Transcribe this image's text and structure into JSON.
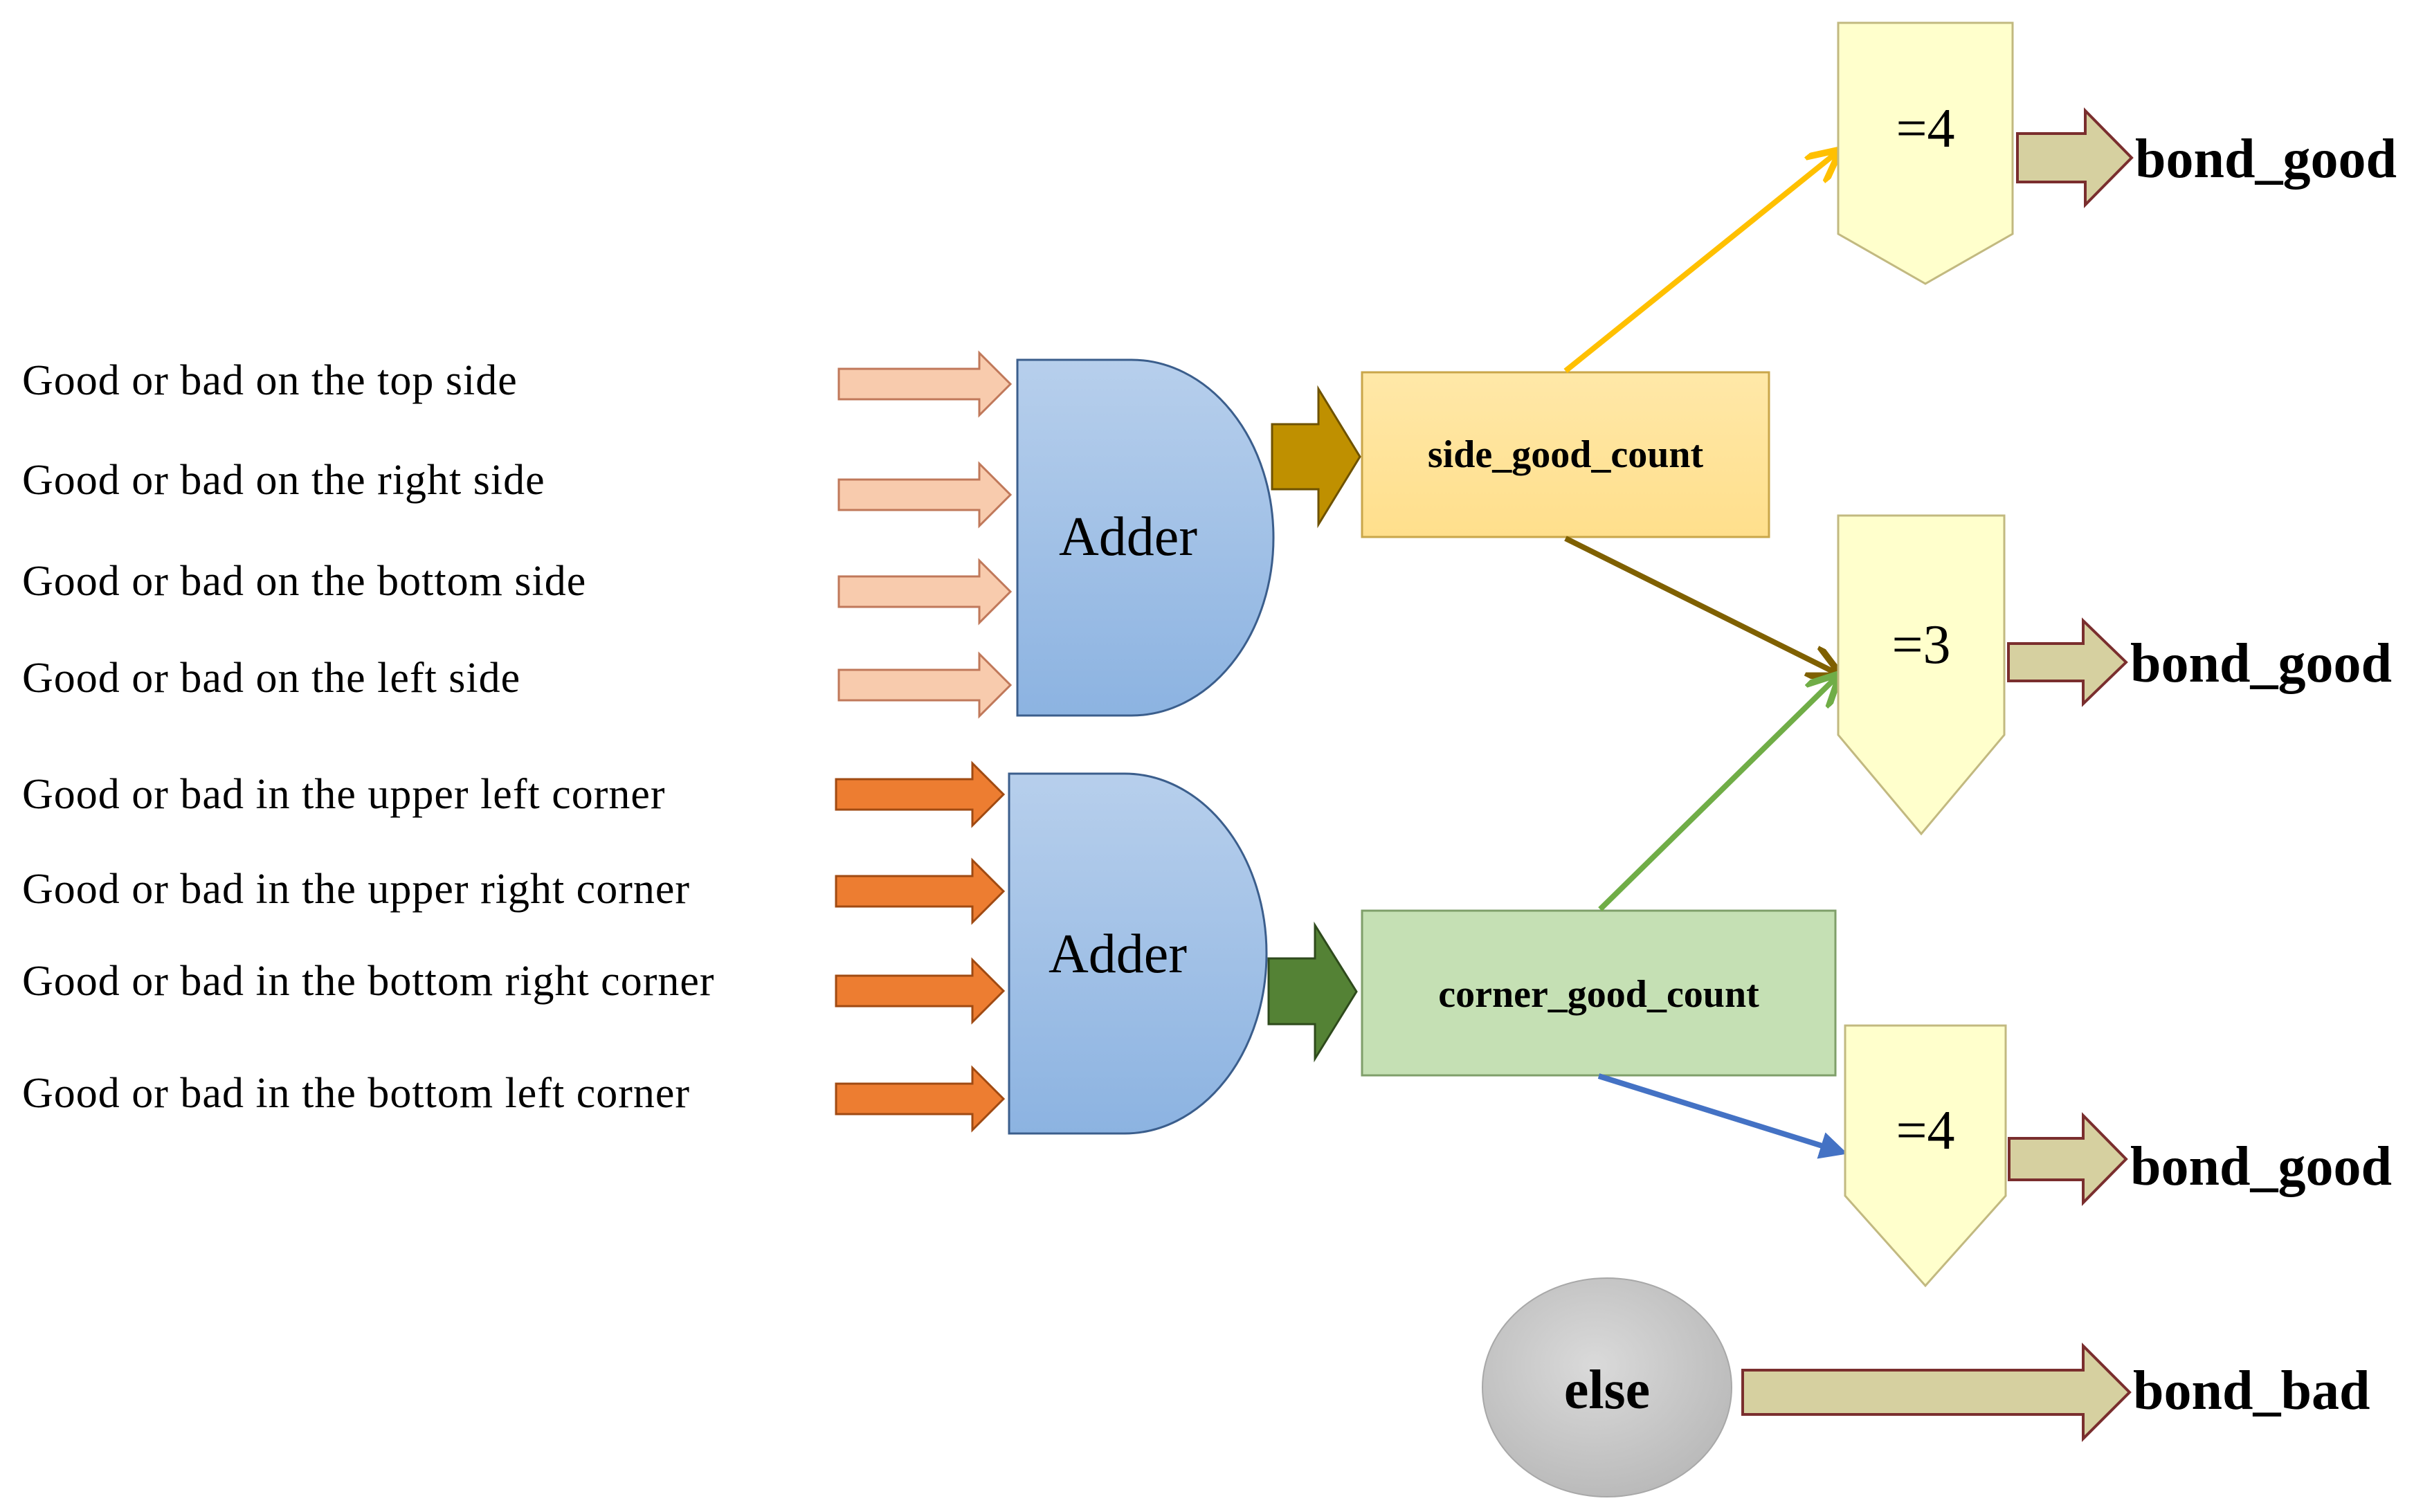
{
  "inputs": {
    "sides": [
      "Good or bad on the top side",
      "Good or bad on the right side",
      "Good or bad on the bottom side",
      "Good or bad on the left side"
    ],
    "corners": [
      "Good or bad in the upper left corner",
      "Good or bad in the upper right corner",
      "Good or bad in the bottom right corner",
      "Good or bad in the bottom left corner"
    ]
  },
  "adders": {
    "side": "Adder",
    "corner": "Adder"
  },
  "counters": {
    "side": "side_good_count",
    "corner": "corner_good_count"
  },
  "comparators": {
    "top": "=4",
    "middle": "=3",
    "bottom": "=4"
  },
  "else_node": "else",
  "outputs": {
    "top": "bond_good",
    "middle": "bond_good",
    "bottom": "bond_good",
    "else": "bond_bad"
  },
  "colors": {
    "side_input_arrow": "#F8CBAD",
    "corner_input_arrow": "#ED7D31",
    "adder_fill_top": "#B4CDEB",
    "adder_fill_bottom": "#8DB4E2",
    "side_count_fill": "#FFE699",
    "corner_count_fill": "#C5E0B4",
    "side_adder_out_arrow": "#BF9000",
    "corner_adder_out_arrow": "#548235",
    "comparator_fill": "#FFFFCC",
    "output_arrow": "#D6D0A0",
    "line_yellow": "#FFC000",
    "line_brown": "#7F6000",
    "line_green": "#70AD47",
    "line_blue": "#4472C4",
    "else_fill": "#C8C8C8"
  }
}
